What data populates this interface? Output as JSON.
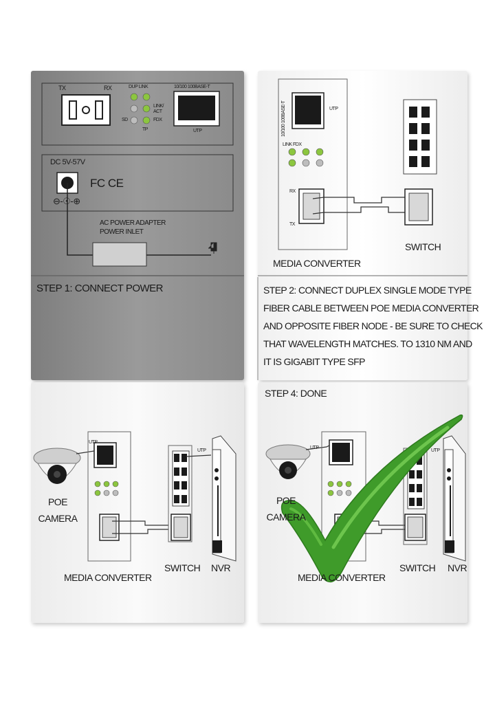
{
  "panel1": {
    "labels": {
      "tx": "TX",
      "rx": "RX",
      "leds_top": "DUP  LINK",
      "link_act": "LINK/ ACT",
      "sd": "SD",
      "tp": "TP",
      "fdx": "FDX",
      "port_top": "10/100 100BASE-T",
      "port_bottom": "UTP"
    },
    "power_label": "DC 5V-57V",
    "cert": "FC  CE",
    "polarity": "⊖-☉-⊕",
    "adapter_label": "AC POWER ADAPTER\nPOWER INLET",
    "step": "STEP 1: CONNECT POWER"
  },
  "panel2": {
    "port_side": "10/100 100BASE-T",
    "utp": "UTP",
    "rx": "RX",
    "tx": "TX",
    "led_labels": "LINK FDX",
    "media_label": "MEDIA CONVERTER",
    "switch_label": "SWITCH",
    "step_lines": [
      "STEP 2: CONNECT DUPLEX SINGLE MODE TYPE",
      "FIBER CABLE BETWEEN POE MEDIA CONVERTER",
      "AND OPPOSITE FIBER NODE - BE SURE TO CHECK",
      "THAT WAVELENGTH MATCHES. TO 1310 NM AND",
      "IT IS GIGABIT TYPE SFP"
    ]
  },
  "panel3": {
    "camera_label": "POE\nCAMERA",
    "utp1": "UTP",
    "utp2": "UTP",
    "media_label": "MEDIA CONVERTER",
    "switch_label": "SWITCH",
    "nvr_label": "NVR"
  },
  "panel4": {
    "step": "STEP 4: DONE",
    "camera_label": "POE\nCAMERA",
    "utp1": "UTP",
    "utp2": "UTP",
    "media_label": "MEDIA CONVERTER",
    "switch_label": "SWITCH",
    "nvr_label": "NVR"
  },
  "colors": {
    "grey_panel": "#8e8e8e",
    "led_green": "#8cc63f",
    "check_green": "#3f9b2a"
  }
}
